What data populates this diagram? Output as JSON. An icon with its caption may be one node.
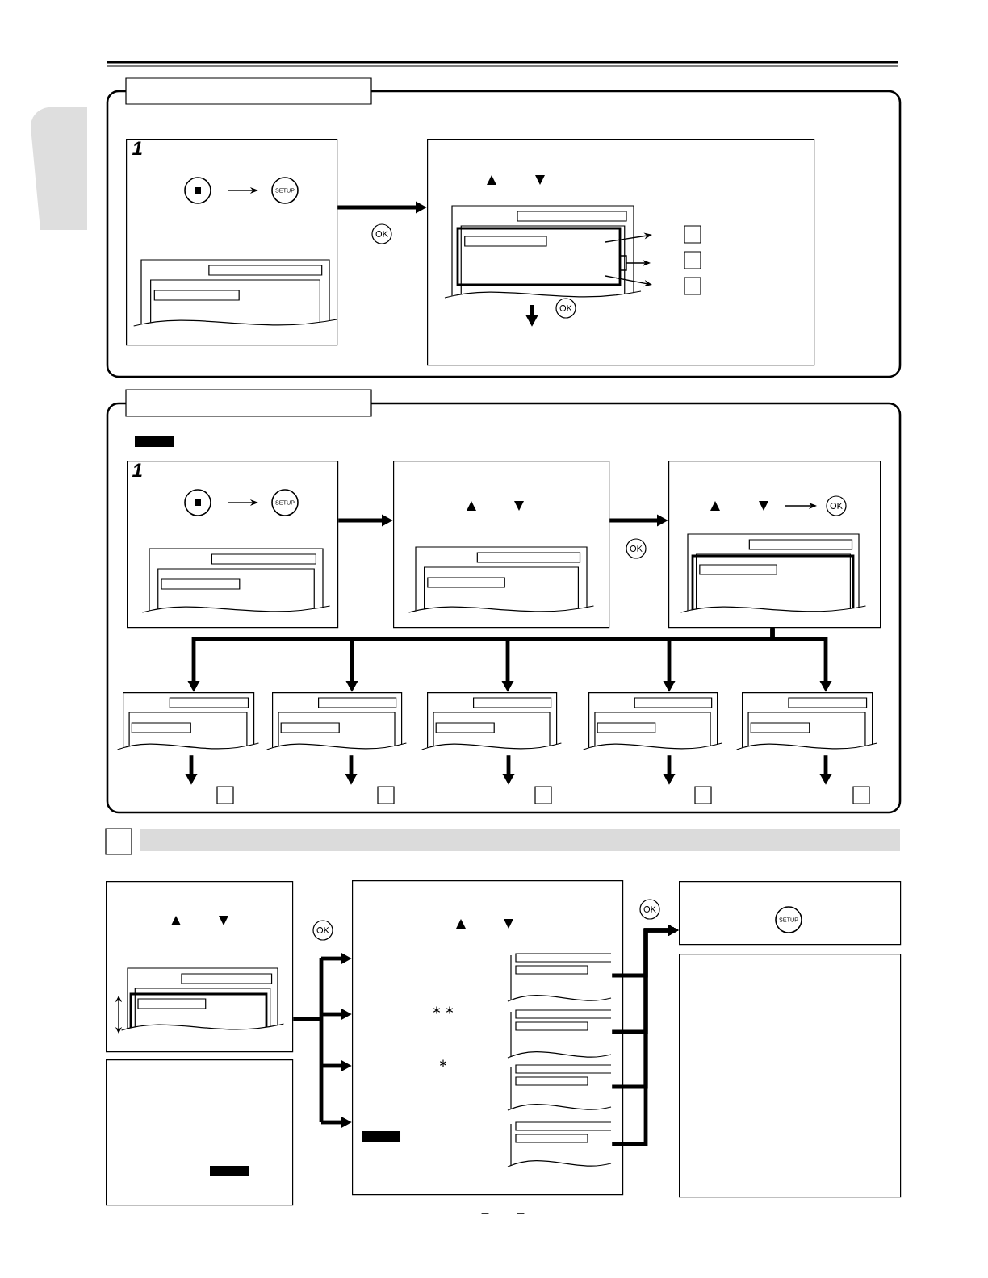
{
  "diagram": {
    "nodes": [
      {
        "text": [
          "1",
          "SETUP"
        ]
      },
      {
        "text": [
          "OK"
        ]
      },
      {
        "text": [
          "1",
          "SETUP"
        ]
      },
      {
        "text": [],
        "shape": "box"
      },
      {
        "text": [
          "OK"
        ]
      },
      {
        "text": [],
        "shape": "box"
      },
      {
        "text": [],
        "shape": "box"
      },
      {
        "text": [],
        "shape": "box"
      },
      {
        "text": [],
        "shape": "box"
      },
      {
        "text": [],
        "shape": "box"
      },
      {
        "text": [],
        "shape": "box"
      },
      {
        "text": [],
        "shape": "box"
      },
      {
        "text": [
          "∗",
          "∗",
          "∗"
        ]
      },
      {
        "text": [],
        "shape": "box",
        "in": 12
      },
      {
        "text": [],
        "shape": "box",
        "in": 12
      },
      {
        "text": [],
        "shape": "box",
        "in": 12
      },
      {
        "text": [],
        "shape": "box",
        "in": 12
      },
      {
        "text": [
          "SETUP"
        ]
      },
      {
        "text": [],
        "shape": "box"
      }
    ],
    "edges": [
      {
        "from": 0,
        "to": 1,
        "arrow": "to",
        "label": "OK"
      },
      {
        "from": 2,
        "to": 3,
        "arrow": "to"
      },
      {
        "from": 3,
        "to": 4,
        "arrow": "to",
        "label": "OK"
      },
      {
        "from": 4,
        "to": 5,
        "arrow": "to"
      },
      {
        "from": 4,
        "to": 6,
        "arrow": "to"
      },
      {
        "from": 4,
        "to": 7,
        "arrow": "to"
      },
      {
        "from": 4,
        "to": 8,
        "arrow": "to"
      },
      {
        "from": 4,
        "to": 9,
        "arrow": "to"
      },
      {
        "from": 10,
        "to": 12,
        "arrow": "to",
        "label": "OK"
      },
      {
        "from": 13,
        "to": 17,
        "arrow": "to",
        "label": "OK"
      },
      {
        "from": 14,
        "to": 17,
        "arrow": "to"
      },
      {
        "from": 15,
        "to": 17,
        "arrow": "to"
      },
      {
        "from": 16,
        "to": 17,
        "arrow": "to"
      },
      {
        "from": 5,
        "to": null,
        "arrow": "to"
      },
      {
        "from": 6,
        "to": null,
        "arrow": "to"
      },
      {
        "from": 7,
        "to": null,
        "arrow": "to"
      },
      {
        "from": 8,
        "to": null,
        "arrow": "to"
      },
      {
        "from": 9,
        "to": null,
        "arrow": "to"
      }
    ],
    "labels": [
      "–",
      "–"
    ]
  }
}
